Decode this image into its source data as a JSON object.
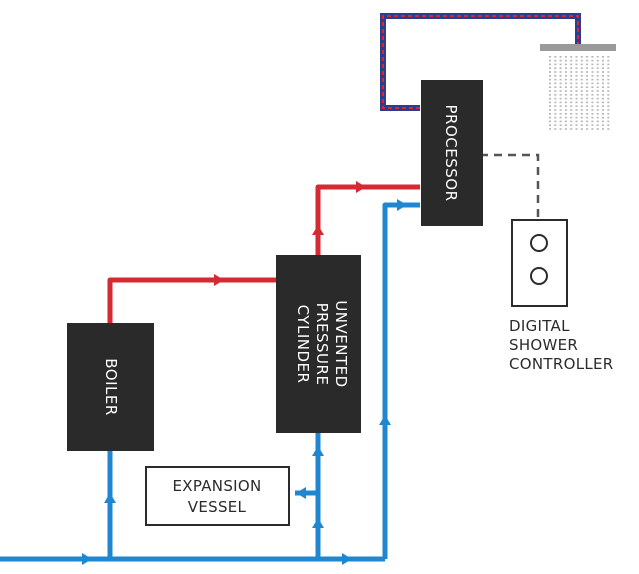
{
  "components": {
    "processor": {
      "label": "PROCESSOR"
    },
    "boiler": {
      "label": "BOILER"
    },
    "cylinder": {
      "lines": [
        "UNVENTED",
        "PRESSURE",
        "CYLINDER"
      ]
    },
    "expansion_vessel": {
      "lines": [
        "EXPANSION",
        "VESSEL"
      ]
    },
    "controller": {
      "lines": [
        "DIGITAL",
        "SHOWER",
        "CONTROLLER"
      ]
    }
  },
  "colors": {
    "hot_pipe": "#d42a33",
    "cold_pipe": "#1f87d0",
    "mixed_pipe_outer": "#2c3d8f",
    "mixed_pipe_inner": "#d42a33",
    "box_fill": "#2a2a2a",
    "outline": "#2b2b2b",
    "signal_line": "#555555",
    "shower_head": "#9a9a9a"
  }
}
